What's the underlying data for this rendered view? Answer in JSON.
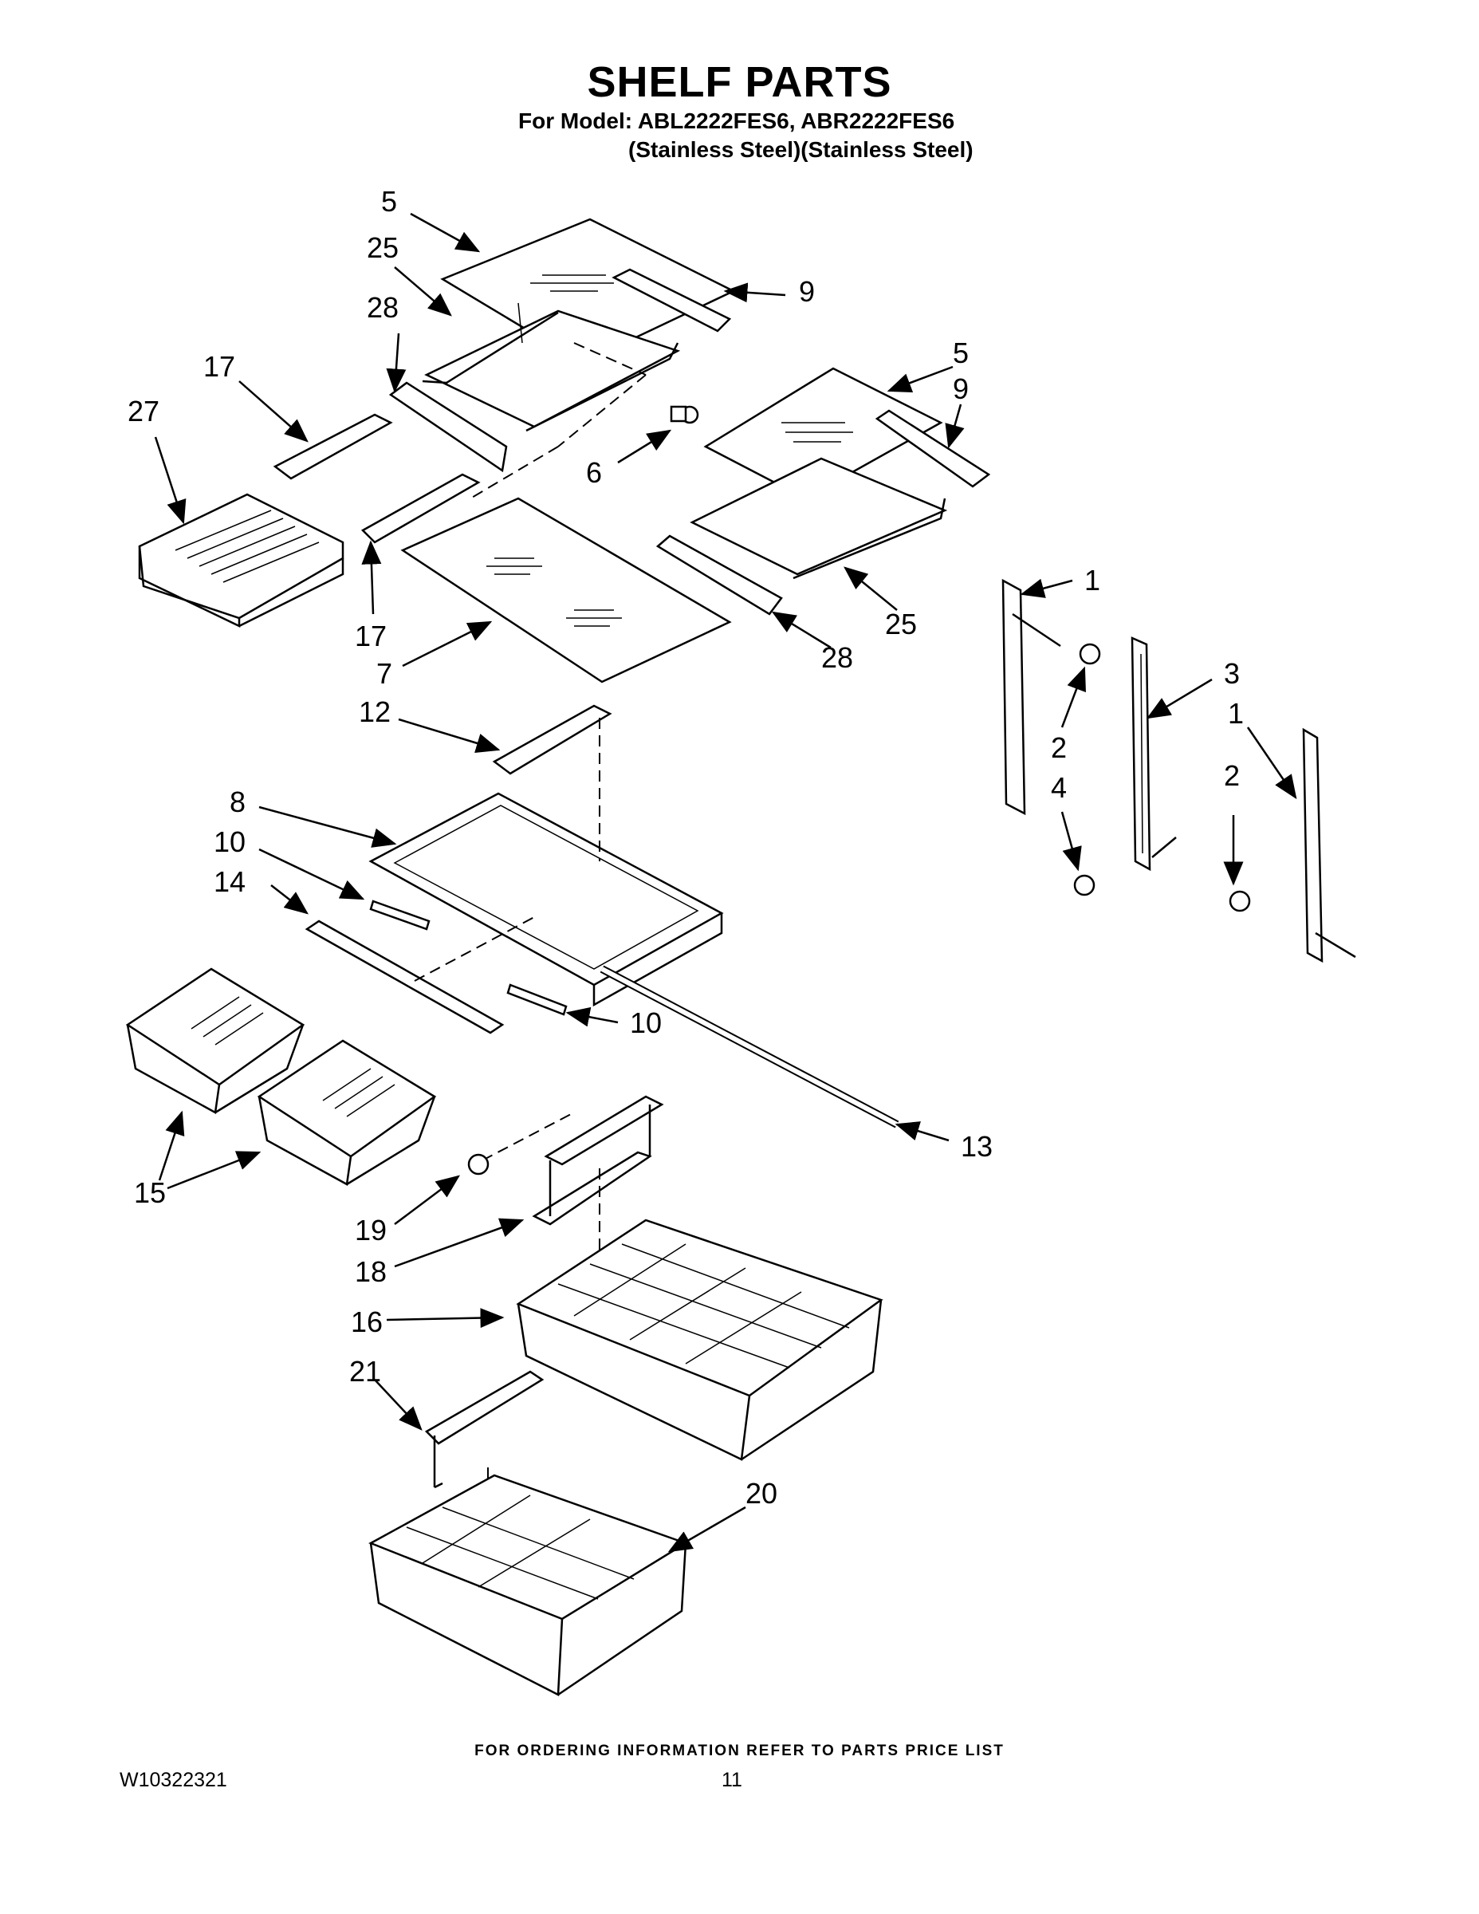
{
  "header": {
    "title": "SHELF PARTS",
    "model_line1": "For Model: ABL2222FES6, ABR2222FES6",
    "model_line2": "(Stainless Steel)(Stainless Steel)"
  },
  "callouts": [
    {
      "id": "c5a",
      "label": "5"
    },
    {
      "id": "c25a",
      "label": "25"
    },
    {
      "id": "c28a",
      "label": "28"
    },
    {
      "id": "c9a",
      "label": "9"
    },
    {
      "id": "c17a",
      "label": "17"
    },
    {
      "id": "c27",
      "label": "27"
    },
    {
      "id": "c5b",
      "label": "5"
    },
    {
      "id": "c9b",
      "label": "9"
    },
    {
      "id": "c6",
      "label": "6"
    },
    {
      "id": "c17b",
      "label": "17"
    },
    {
      "id": "c7",
      "label": "7"
    },
    {
      "id": "c25b",
      "label": "25"
    },
    {
      "id": "c28b",
      "label": "28"
    },
    {
      "id": "c1a",
      "label": "1"
    },
    {
      "id": "c3",
      "label": "3"
    },
    {
      "id": "c1b",
      "label": "1"
    },
    {
      "id": "c2a",
      "label": "2"
    },
    {
      "id": "c4",
      "label": "4"
    },
    {
      "id": "c2b",
      "label": "2"
    },
    {
      "id": "c12",
      "label": "12"
    },
    {
      "id": "c8",
      "label": "8"
    },
    {
      "id": "c10a",
      "label": "10"
    },
    {
      "id": "c14",
      "label": "14"
    },
    {
      "id": "c10b",
      "label": "10"
    },
    {
      "id": "c13",
      "label": "13"
    },
    {
      "id": "c15",
      "label": "15"
    },
    {
      "id": "c19",
      "label": "19"
    },
    {
      "id": "c18",
      "label": "18"
    },
    {
      "id": "c16",
      "label": "16"
    },
    {
      "id": "c21",
      "label": "21"
    },
    {
      "id": "c20",
      "label": "20"
    }
  ],
  "footer": {
    "ordering_note": "FOR ORDERING INFORMATION REFER TO PARTS PRICE LIST",
    "document_number": "W10322321",
    "page_number": "11"
  }
}
